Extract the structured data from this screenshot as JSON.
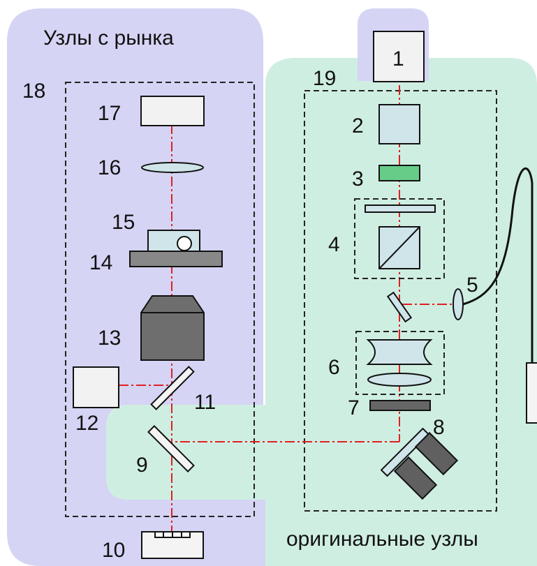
{
  "regions": {
    "market": {
      "label": "Узлы с рынка",
      "color": "#d5d4f4"
    },
    "original": {
      "label": "оригинальные узлы",
      "color": "#cfeee2"
    }
  },
  "boxes": {
    "market": "18",
    "original": "19"
  },
  "components": [
    {
      "id": "c1",
      "label": "1",
      "icon": "light-source-box"
    },
    {
      "id": "c2",
      "label": "2",
      "icon": "glass-block"
    },
    {
      "id": "c3",
      "label": "3",
      "icon": "green-filter"
    },
    {
      "id": "c4",
      "label": "4",
      "icon": "polarizer-beamsplitter"
    },
    {
      "id": "c5",
      "label": "5",
      "icon": "fiber-coupler-lens"
    },
    {
      "id": "c6",
      "label": "6",
      "icon": "beam-expander"
    },
    {
      "id": "c7",
      "label": "7",
      "icon": "dark-filter"
    },
    {
      "id": "c8",
      "label": "8",
      "icon": "steering-mirror-motors"
    },
    {
      "id": "c9",
      "label": "9",
      "icon": "mirror"
    },
    {
      "id": "c10",
      "label": "10",
      "icon": "camera-sensor"
    },
    {
      "id": "c11",
      "label": "11",
      "icon": "dichroic-mirror"
    },
    {
      "id": "c12",
      "label": "12",
      "icon": "detector-box"
    },
    {
      "id": "c13",
      "label": "13",
      "icon": "microscope-objective"
    },
    {
      "id": "c14",
      "label": "14",
      "icon": "sample-stage"
    },
    {
      "id": "c15",
      "label": "15",
      "icon": "sample-cuvette"
    },
    {
      "id": "c16",
      "label": "16",
      "icon": "lens"
    },
    {
      "id": "c17",
      "label": "17",
      "icon": "output-box"
    }
  ],
  "colors": {
    "beam": "#e02020",
    "frame": "#222222"
  }
}
